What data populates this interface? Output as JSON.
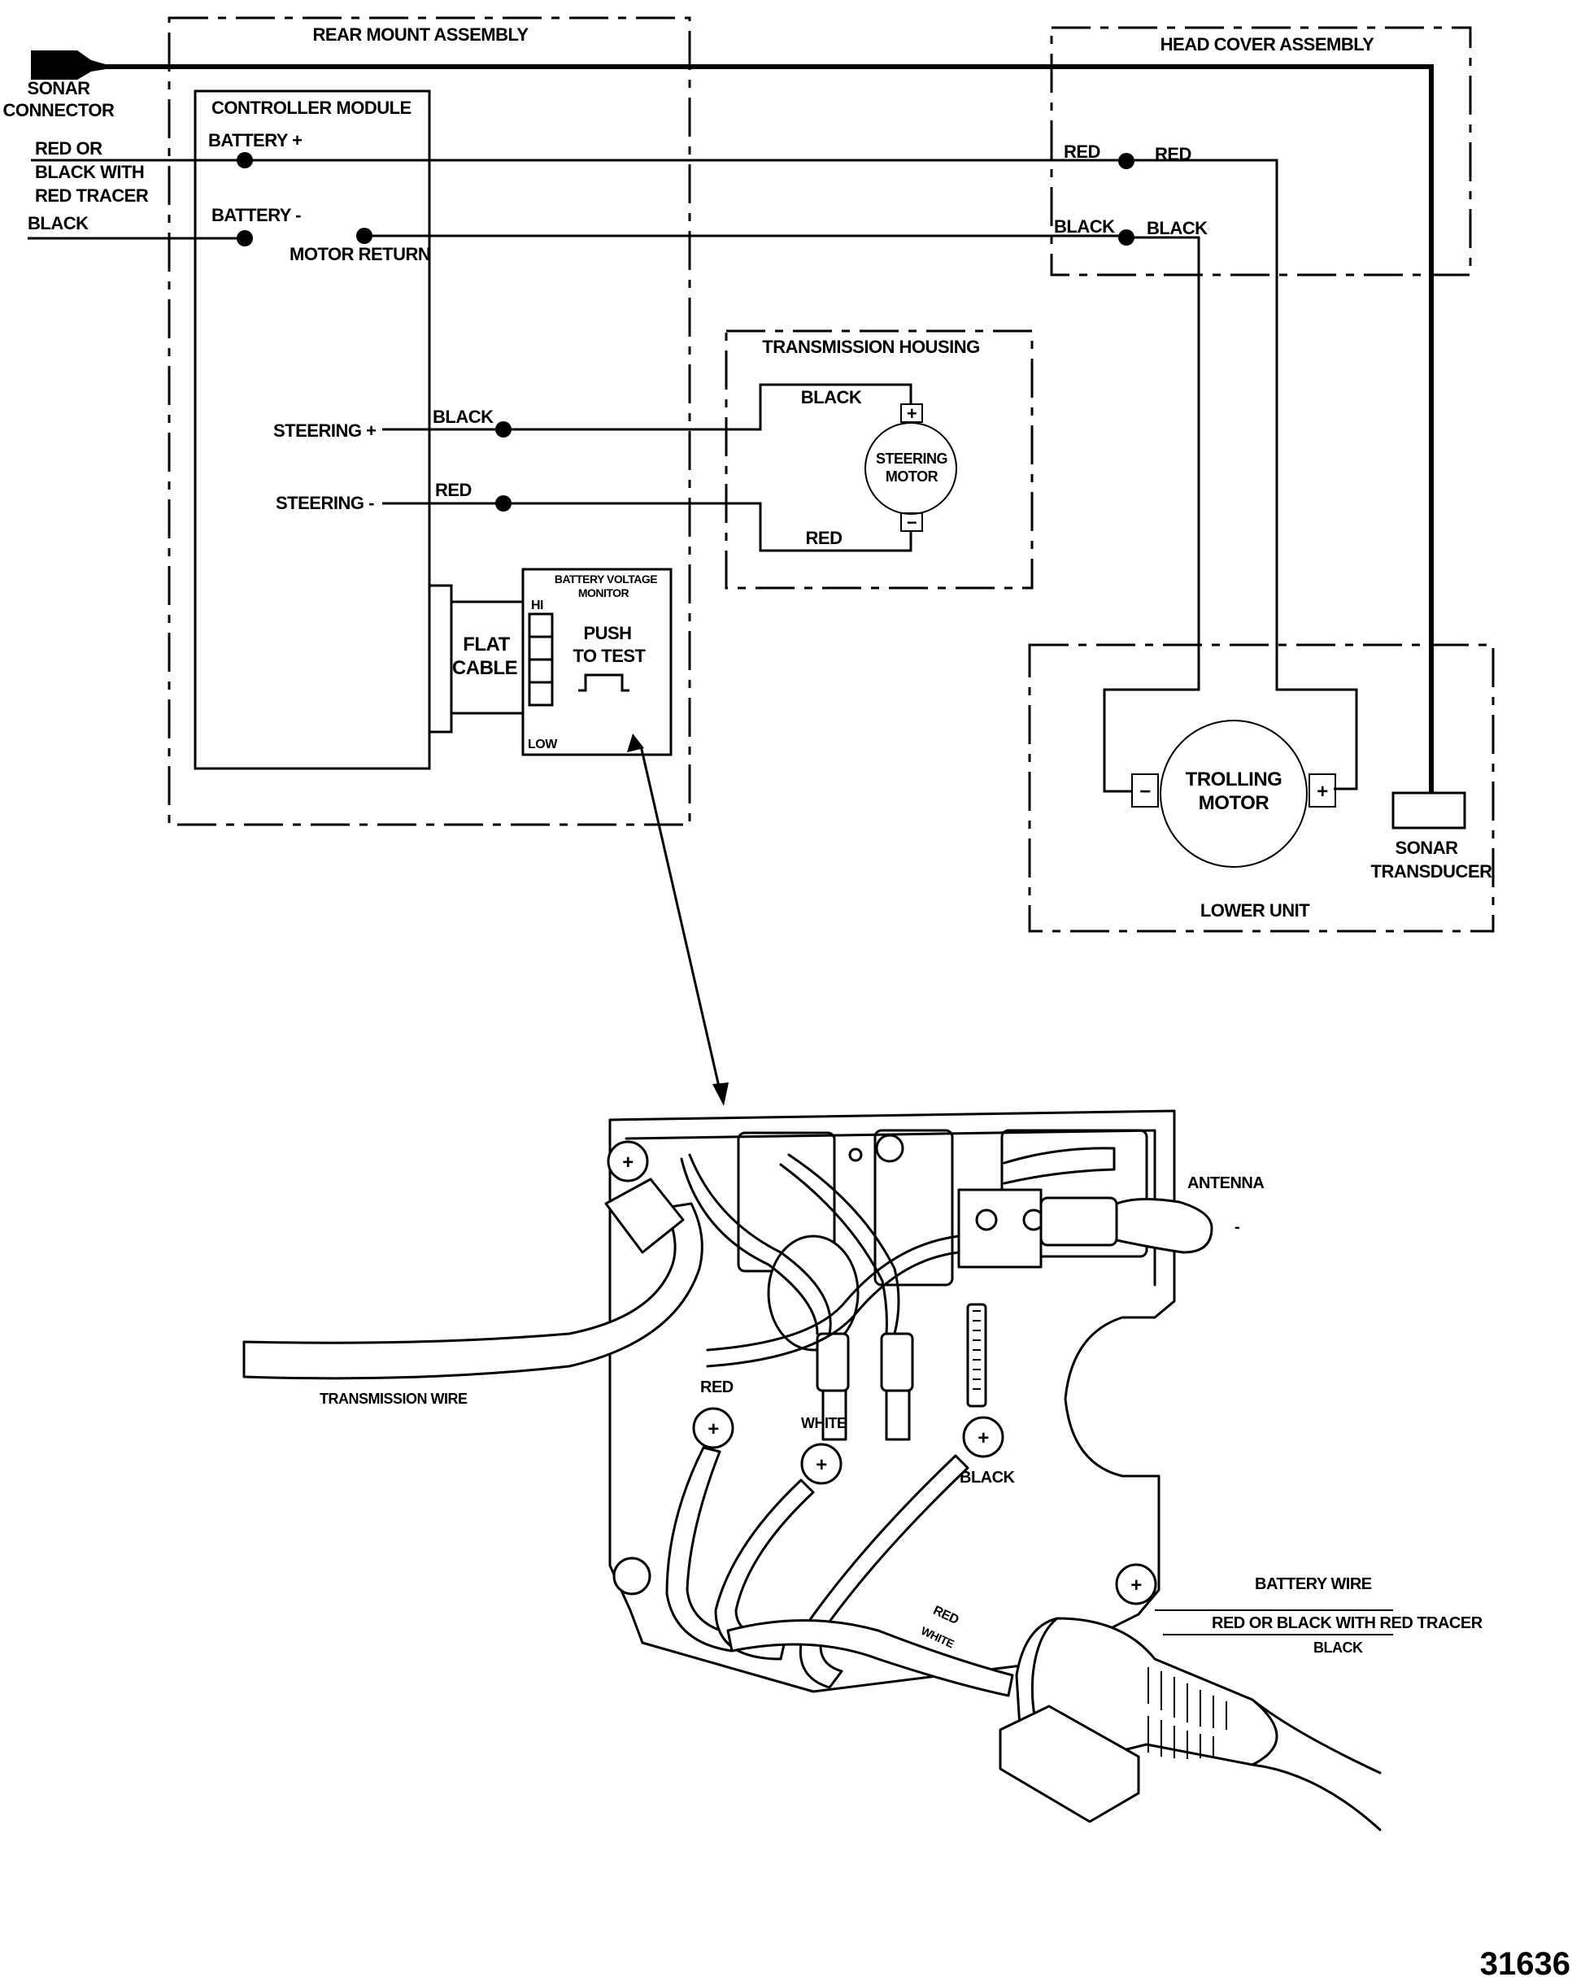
{
  "figure_number": "31636",
  "schematic": {
    "sonar_connector": {
      "line1": "SONAR",
      "line2": "CONNECTOR"
    },
    "input_wires": {
      "positive": {
        "line1": "RED  OR",
        "line2": "BLACK WITH",
        "line3": "RED TRACER"
      },
      "negative": "BLACK"
    },
    "rear_mount_assembly": {
      "title": "REAR MOUNT ASSEMBLY",
      "controller_module": {
        "title": "CONTROLLER MODULE",
        "battery_pos": "BATTERY +",
        "battery_neg": "BATTERY -",
        "motor_return": "MOTOR RETURN",
        "steering_pos": "STEERING +",
        "steering_neg": "STEERING -",
        "steering_pos_wire": "BLACK",
        "steering_neg_wire": "RED"
      },
      "flat_cable": {
        "line1": "FLAT",
        "line2": "CABLE"
      },
      "battery_voltage_monitor": {
        "title_line1": "BATTERY VOLTAGE",
        "title_line2": "MONITOR",
        "hi": "HI",
        "low": "LOW",
        "push_line1": "PUSH",
        "push_line2": "TO TEST",
        "led_count": 4
      }
    },
    "head_cover_assembly": {
      "title": "HEAD COVER ASSEMBLY",
      "red_in": "RED",
      "red_out": "RED",
      "black_in": "BLACK",
      "black_out": "BLACK"
    },
    "transmission_housing": {
      "title": "TRANSMISSION HOUSING",
      "black": "BLACK",
      "red": "RED",
      "motor_line1": "STEERING",
      "motor_line2": "MOTOR",
      "plus": "+",
      "minus": "−"
    },
    "lower_unit": {
      "title": "LOWER UNIT",
      "motor_line1": "TROLLING",
      "motor_line2": "MOTOR",
      "plus": "+",
      "minus": "−",
      "transducer_line1": "SONAR",
      "transducer_line2": "TRANSDUCER"
    }
  },
  "illustration": {
    "antenna": "ANTENNA",
    "antenna_minus": "-",
    "transmission_wire": "TRANSMISSION WIRE",
    "terminal_red": "RED",
    "terminal_white": "WHITE",
    "terminal_black": "BLACK",
    "wire_red": "RED",
    "wire_white": "WHITE",
    "battery_wire": "BATTERY WIRE",
    "battery_pos": "RED OR BLACK WITH RED TRACER",
    "battery_neg": "BLACK"
  }
}
